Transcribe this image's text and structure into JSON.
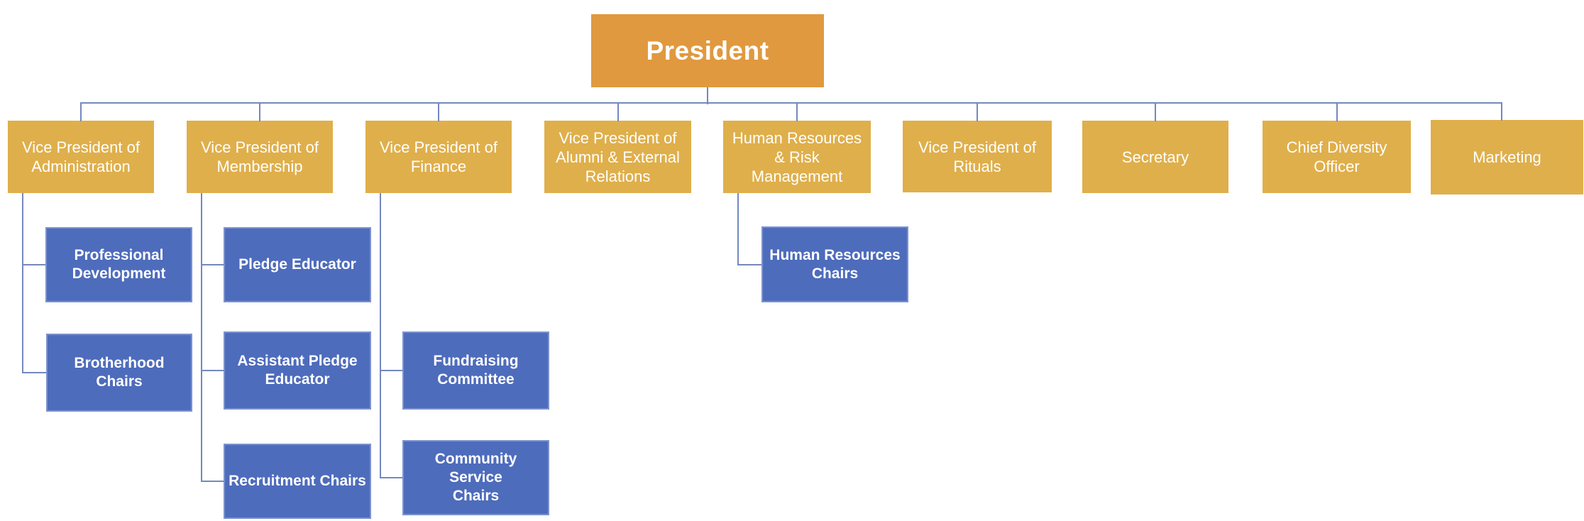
{
  "figure_type": "org-chart",
  "palette": {
    "background": "#FFFFFF",
    "president_fill": "#E0993F",
    "officer_fill": "#DFAF4B",
    "committee_fill": "#4E6CBC",
    "committee_border": "#7C93CE",
    "connector": "#7488BF",
    "label_text": "#FFFFFF"
  },
  "org_chart": {
    "root": {
      "id": "president",
      "label": "President"
    },
    "officers": [
      {
        "id": "vp-administration",
        "label": "Vice President of\nAdministration",
        "reports_to": "president",
        "children": [
          "professional-development",
          "brotherhood-chairs"
        ]
      },
      {
        "id": "vp-membership",
        "label": "Vice President of\nMembership",
        "reports_to": "president",
        "children": [
          "pledge-educator",
          "assistant-pledge-educator",
          "recruitment-chairs"
        ]
      },
      {
        "id": "vp-finance",
        "label": "Vice President of\nFinance",
        "reports_to": "president",
        "children": [
          "fundraising-committee",
          "community-service-chairs"
        ]
      },
      {
        "id": "vp-alumni-external",
        "label": "Vice President of\nAlumni & External\nRelations",
        "reports_to": "president",
        "children": []
      },
      {
        "id": "vp-hr-risk",
        "label": "Human Resources\n& Risk\nManagement",
        "reports_to": "president",
        "children": [
          "human-resources-chairs"
        ]
      },
      {
        "id": "vp-rituals",
        "label": "Vice President of\nRituals",
        "reports_to": "president",
        "children": []
      },
      {
        "id": "secretary",
        "label": "Secretary",
        "reports_to": "president",
        "children": []
      },
      {
        "id": "chief-diversity-officer",
        "label": "Chief Diversity\nOfficer",
        "reports_to": "president",
        "children": []
      },
      {
        "id": "marketing",
        "label": "Marketing",
        "reports_to": "president",
        "children": []
      }
    ],
    "committees": [
      {
        "id": "professional-development",
        "label": "Professional\nDevelopment",
        "reports_to": "vp-administration"
      },
      {
        "id": "brotherhood-chairs",
        "label": "Brotherhood\nChairs",
        "reports_to": "vp-administration"
      },
      {
        "id": "pledge-educator",
        "label": "Pledge Educator",
        "reports_to": "vp-membership"
      },
      {
        "id": "assistant-pledge-educator",
        "label": "Assistant Pledge\nEducator",
        "reports_to": "vp-membership"
      },
      {
        "id": "recruitment-chairs",
        "label": "Recruitment Chairs",
        "reports_to": "vp-membership"
      },
      {
        "id": "fundraising-committee",
        "label": "Fundraising\nCommittee",
        "reports_to": "vp-finance"
      },
      {
        "id": "community-service-chairs",
        "label": "Community Service\nChairs",
        "reports_to": "vp-finance"
      },
      {
        "id": "human-resources-chairs",
        "label": "Human Resources\nChairs",
        "reports_to": "vp-hr-risk"
      }
    ]
  }
}
